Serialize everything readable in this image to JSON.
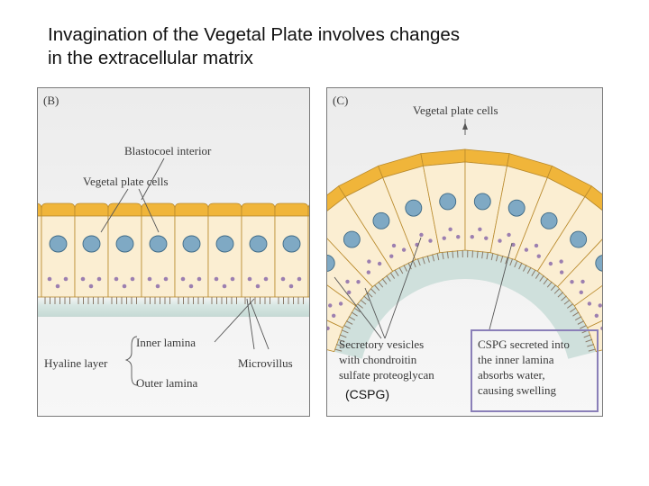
{
  "title": {
    "line1": "Invagination of the Vegetal Plate involves changes",
    "line2": "in the extracellular matrix"
  },
  "panel_b": {
    "label": "(B)",
    "blastocoel": "Blastocoel interior",
    "vegetal_cells": "Vegetal plate cells",
    "hyaline_layer": "Hyaline layer",
    "inner_lamina": "Inner lamina",
    "outer_lamina": "Outer lamina",
    "microvillus": "Microvillus"
  },
  "panel_c": {
    "label": "(C)",
    "vegetal_cells": "Vegetal plate cells",
    "secretory_line1": "Secretory vesicles",
    "secretory_line2": "with chondroitin",
    "secretory_line3": "sulfate proteoglycan",
    "cspg_line1": "CSPG secreted into",
    "cspg_line2": "the inner lamina",
    "cspg_line3": "absorbs water,",
    "cspg_line4": "causing swelling"
  },
  "cspg_abbrev": "(CSPG)",
  "colors": {
    "cell_fill": "#fbeed2",
    "cell_top": "#f0b53a",
    "nucleus": "#7fa9c4",
    "vesicle": "#9c7fb0",
    "lamina": "#cfe0dc",
    "highlight_border": "#8a7fb8"
  }
}
